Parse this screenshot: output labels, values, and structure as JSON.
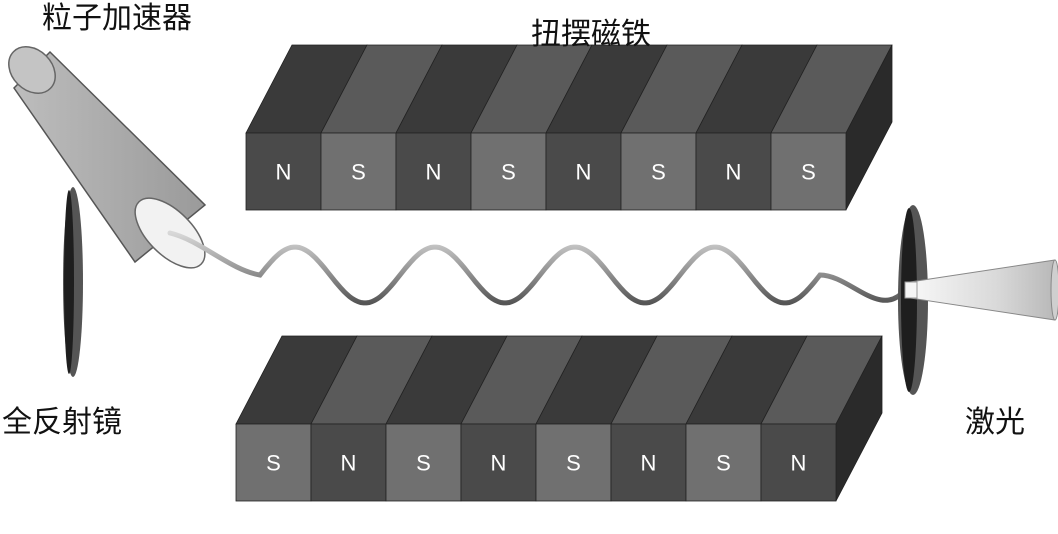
{
  "labels": {
    "accelerator": "粒子加速器",
    "wiggler": "扭摆磁铁",
    "mirror": "全反射镜",
    "laser": "激光"
  },
  "magnets": {
    "top_poles": [
      "N",
      "S",
      "N",
      "S",
      "N",
      "S",
      "N",
      "S"
    ],
    "bottom_poles": [
      "S",
      "N",
      "S",
      "N",
      "S",
      "N",
      "S",
      "N"
    ]
  },
  "colors": {
    "pole_N_front": "#4a4a4a",
    "pole_S_front": "#707070",
    "pole_top_face": "#3a3a3a",
    "pole_side": "#2a2a2a",
    "accelerator_body": "#a9a9a9",
    "beam": "#8c8c8c"
  }
}
